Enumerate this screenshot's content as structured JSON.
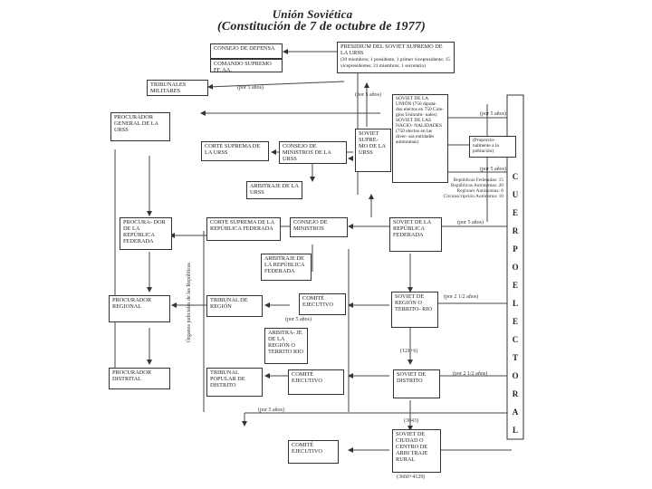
{
  "title": "Unión Soviética",
  "subtitle": "(Constitución de 7 de octubre de 1977)",
  "boxes": {
    "consejo_defensa": "CONSEJO DE DEFENSA",
    "comando": "COMANDO SUPREMO FF. AA.",
    "presidium_title": "PRESIDIUM DEL SOVIET SUPREMO DE LA URSS",
    "presidium_detail": "(39 miembros; 1 presidente, 1 primer vicepresidente; 15 vicepresidentes; 21 miembros; 1 secretario)",
    "tribunales": "TRIBUNALES MILITARES",
    "procurador_general": "PROCURADOR GENERAL DE LA URSS",
    "corte_suprema_urss": "CORTE SUPREMA DE LA URSS",
    "consejo_ministros_urss": "CONSEJO DE MINISTROS DE LA URSS",
    "soviet_supremo": "SOVIET SUPRE- MO DE LA URSS",
    "soviet_union": "SOVIET DE LA UNIÓN (750 diputa- dos electos en 750 Cole- gios Uninomi- nales) SOVIET DE LAS NACIO- NALIDADES (750 electos en las diver- sas entidades autónomas)",
    "arbitraje_urss": "ARBITRAJE DE LA URSS",
    "procurador_republica": "PROCURA- DOR DE LA REPÚBLICA FEDERADA",
    "corte_suprema_rep": "CORTE SUPREMA DE LA REPÚBLICA FEDERADA",
    "consejo_ministros": "CONSEJO DE MINISTROS",
    "soviet_republica": "SOVIET DE LA REPÚBLICA FEDERADA",
    "arbitraje_rep": "ARBITRAJE DE LA REPÚBLICA FEDERADA",
    "procurador_regional": "PROCURADOR REGIONAL",
    "tribunal_region": "TRIBUNAL DE REGIÓN",
    "comite_ejecutivo_1": "COMITÉ EJECUTIVO",
    "soviet_region": "SOVIET DE REGIÓN O TERRITO- RIO",
    "arbitraje_region": "ARBITRA- JE DE LA REGIÓN O TERRITO RIO",
    "procurador_distrital": "PROCURADOR DISTRITAL",
    "tribunal_popular": "TRIBUNAL POPULAR DE DISTRITO",
    "comite_ejecutivo_2": "COMITÉ EJECUTIVO",
    "soviet_distrito": "SOVIET DE DISTRITO",
    "comite_ejecutivo_3": "COMITÉ EJECUTIVO",
    "soviet_ciudad": "SOVIET DE CIUDAD O CENTRO DE ARBI TRAJE RURAL"
  },
  "labels": {
    "por5_a": "(por 5 años)",
    "por5_b": "(por 5 años)",
    "por5_c": "(por 5 años)",
    "proporcion": "(Proporcio- nalmente a la población)",
    "por5_d": "(por 5 años)",
    "republicas": "Repúblicas Federadas: 15 Repúblicas Autónomas: 20 Regiones Autónomas: 8 Circunscripción Autónoma: 10",
    "por5_e": "(por 5 años)",
    "por25_a": "(por 2 1/2 años)",
    "por5_f": "(por 5 años)",
    "n121": "(121+6)",
    "por25_b": "(por 2 1/2 años)",
    "n3043": "(3043)",
    "por5_g": "(por 5 años)",
    "n3660": "(3660+4129)",
    "organos": "Órganos judiciales de las Repúblicas"
  },
  "cuerpo_electoral": [
    "C",
    "U",
    "E",
    "R",
    "P",
    "O",
    "E",
    "L",
    "E",
    "C",
    "T",
    "O",
    "R",
    "A",
    "L"
  ]
}
